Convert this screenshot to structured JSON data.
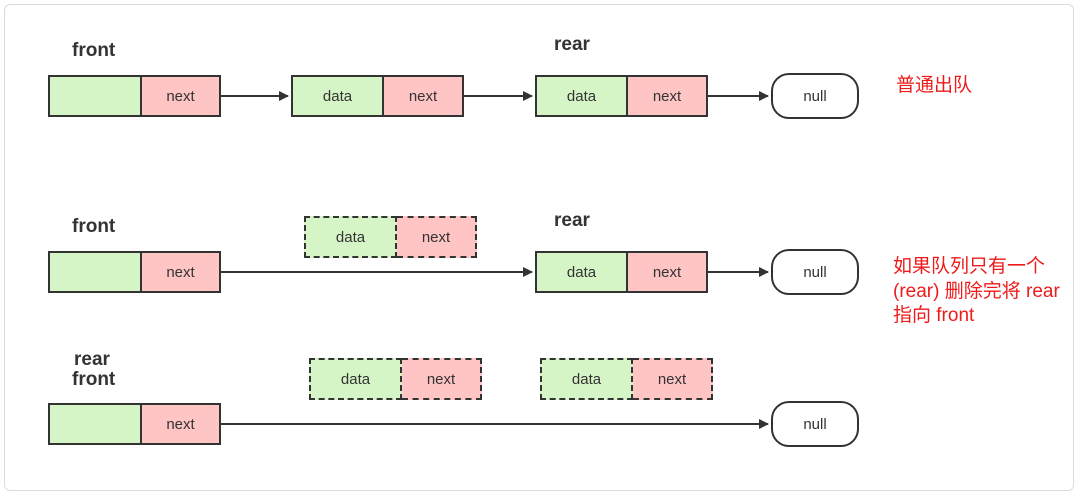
{
  "labels": {
    "front": "front",
    "rear": "rear"
  },
  "cells": {
    "data": "data",
    "next": "next",
    "null": "null"
  },
  "notes": {
    "normal_dequeue": "普通出队",
    "single_node_line1": "如果队列只有一个",
    "single_node_line2": "(rear) 删除完将 rear",
    "single_node_line3": "指向 front"
  },
  "colors": {
    "data_fill": "#d6f5c6",
    "next_fill": "#ffc4c4",
    "stroke": "#333333",
    "note_text": "#ee1b1b"
  }
}
